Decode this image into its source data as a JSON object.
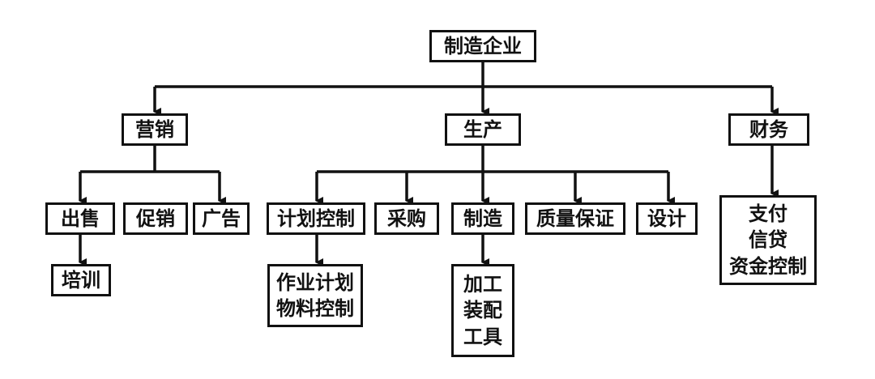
{
  "colors": {
    "line": "#111111",
    "background": "#ffffff"
  },
  "nodes": {
    "root": "制造企业",
    "marketing": "营销",
    "production": "生产",
    "finance": "财务",
    "sales": "出售",
    "training": "培训",
    "promotion": "促销",
    "advertising": "广告",
    "plan_control": "计划控制",
    "plan_details": [
      "作业计划",
      "物料控制"
    ],
    "purchasing": "采购",
    "manufacturing": "制造",
    "manufacturing_details": [
      "加工",
      "装配",
      "工具"
    ],
    "quality": "质量保证",
    "design": "设计",
    "finance_details": [
      "支付",
      "信贷",
      "资金控制"
    ]
  }
}
